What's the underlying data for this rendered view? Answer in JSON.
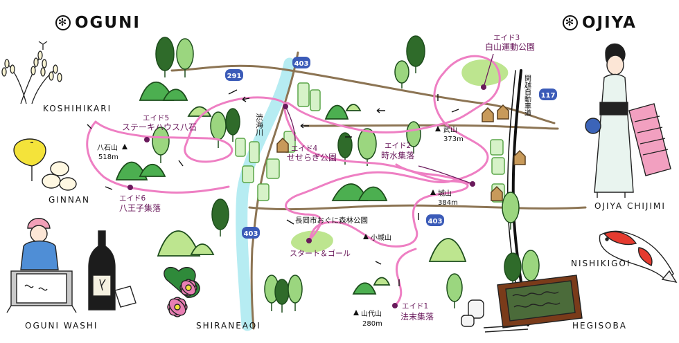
{
  "headers": {
    "left": "OGUNI",
    "right": "OJIYA",
    "mark": "✻"
  },
  "specialties": {
    "koshihikari": "KOSHIHIKARI",
    "ginnan": "GINNAN",
    "oguni_washi": "OGUNI WASHI",
    "shiraneaoi": "SHIRANEAOI",
    "ojiya_chijimi": "OJIYA CHIJIMI",
    "nishikigoi": "NISHIKIGOI",
    "hegisoba": "HEGISOBA"
  },
  "aid_stations": {
    "aid1_name": "エイド1",
    "aid1_place": "法末集落",
    "aid2_name": "エイド2",
    "aid2_place": "時水集落",
    "aid3_name": "エイド3",
    "aid3_place": "白山運動公園",
    "aid4_name": "エイド4",
    "aid4_place": "せせらぎ公園",
    "aid5_name": "エイド5",
    "aid5_place": "ステーキハウス八石",
    "aid6_name": "エイド6",
    "aid6_place": "八王子集落"
  },
  "places": {
    "start_goal": "スタート＆ゴール",
    "forest_park": "長岡市おぐに森林公園",
    "river": "渋海川",
    "expressway": "関越自動車道"
  },
  "mountains": {
    "hakkoku_name": "八石山",
    "hakkoku_elev": "518m",
    "takeyama_name": "武山",
    "takeyama_elev": "373m",
    "shiroyama_name": "城山",
    "shiroyama_elev": "384m",
    "koshiroyama_name": "小城山",
    "yamatsuyama_name": "山代山",
    "yamatsuyama_elev": "280m"
  },
  "roads": {
    "r291": "291",
    "r403a": "403",
    "r403b": "403",
    "r117": "117",
    "r403c": "403"
  },
  "colors": {
    "route": "#ee7fc3",
    "hill": "#4caf50",
    "tree_dark": "#2f6b2a",
    "tree_light": "#9bd67f",
    "river": "#b6ecf2",
    "road": "#8c7453",
    "label": "#6a1a5c",
    "field": "#d6f2c8"
  }
}
